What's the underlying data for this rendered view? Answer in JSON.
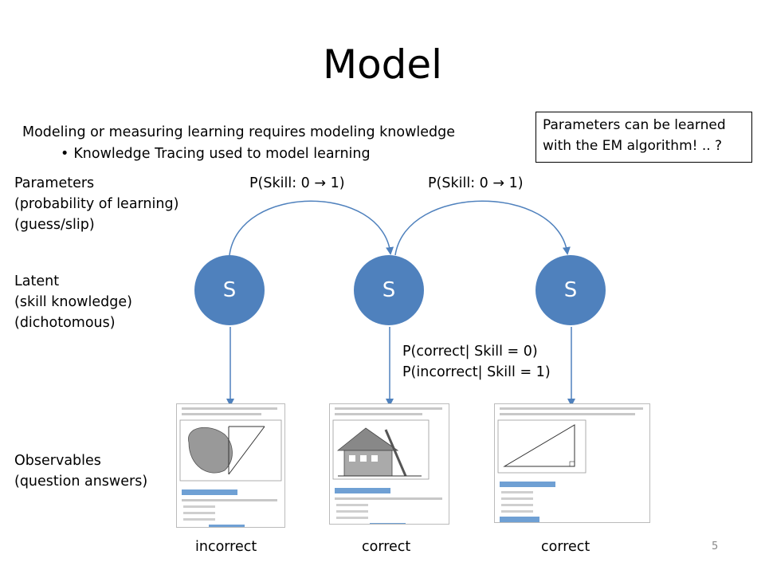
{
  "title": "Model",
  "intro": {
    "main": "Modeling or measuring learning requires modeling knowledge",
    "bullet": "Knowledge Tracing used to model learning"
  },
  "callout": {
    "line1": "Parameters can be learned",
    "line2": "with the EM algorithm! .. ?"
  },
  "labels": {
    "parameters": [
      "Parameters",
      "(probability of learning)",
      "(guess/slip)"
    ],
    "latent": [
      "Latent",
      "(skill knowledge)",
      "(dichotomous)"
    ],
    "observables": [
      "Observables",
      "(question answers)"
    ]
  },
  "transitions": [
    "P(Skill: 0 → 1)",
    "P(Skill: 0 → 1)"
  ],
  "emission": [
    "P(correct| Skill = 0)",
    "P(incorrect| Skill = 1)"
  ],
  "nodes": [
    "S",
    "S",
    "S"
  ],
  "outcomes": [
    "incorrect",
    "correct",
    "correct"
  ],
  "page_number": "5",
  "colors": {
    "node": "#4f81bd",
    "arrow": "#4f81bd"
  }
}
